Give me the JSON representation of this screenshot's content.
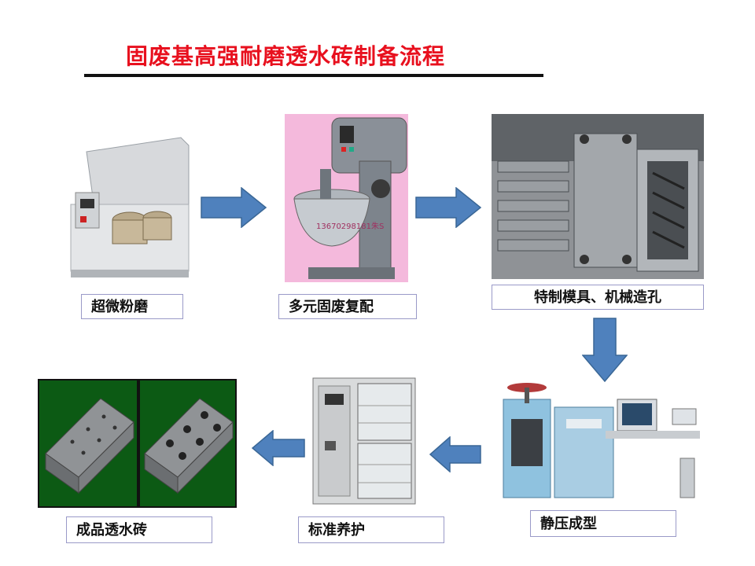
{
  "title": "固废基高强耐磨透水砖制备流程",
  "steps": [
    {
      "id": "grinding",
      "label": "超微粉磨"
    },
    {
      "id": "mixing",
      "label": "多元固废复配"
    },
    {
      "id": "mold",
      "label": "特制模具、机械造孔"
    },
    {
      "id": "pressing",
      "label": "静压成型"
    },
    {
      "id": "curing",
      "label": "标准养护"
    },
    {
      "id": "product",
      "label": "成品透水砖"
    }
  ],
  "photo_text": {
    "mixer_phone": "13670298181朱S"
  },
  "colors": {
    "title": "#e8101e",
    "arrow_fill": "#4f81bd",
    "arrow_stroke": "#3a6796",
    "label_border": "#9a9ac8",
    "product_bg": "#0c5a14"
  }
}
